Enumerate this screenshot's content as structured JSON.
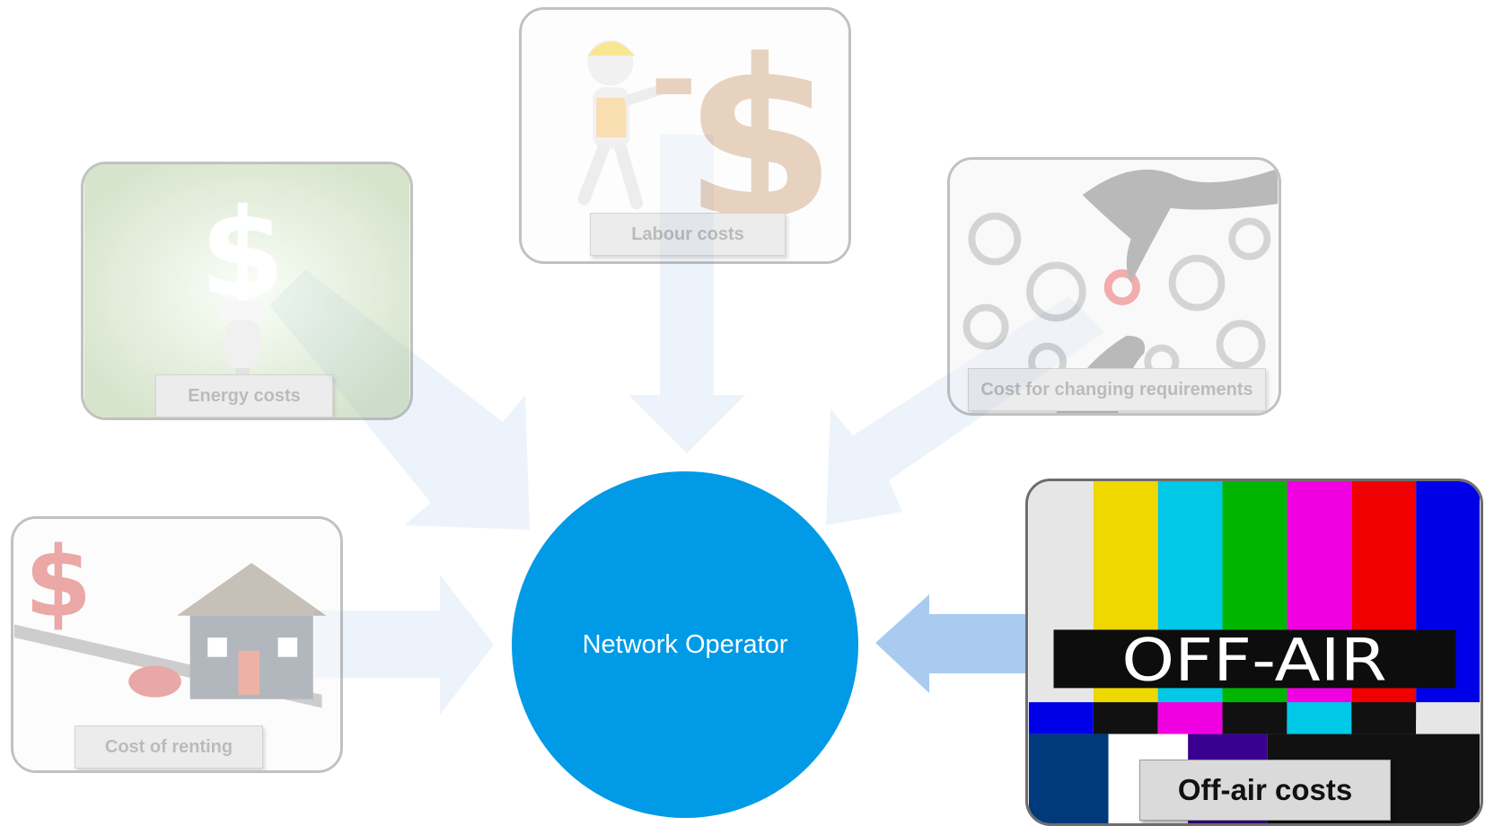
{
  "diagram": {
    "center": {
      "label": "Network Operator",
      "color": "#009ae6"
    },
    "cost_factors": [
      {
        "id": "labour",
        "label": "Labour costs",
        "icon": "worker-dollar-image",
        "highlighted": false
      },
      {
        "id": "energy",
        "label": "Energy costs",
        "icon": "dollar-bulb-image",
        "highlighted": false
      },
      {
        "id": "requirements",
        "label": "Cost for changing requirements",
        "icon": "gears-hand-image",
        "highlighted": false
      },
      {
        "id": "renting",
        "label": "Cost of renting",
        "icon": "house-seesaw-image",
        "highlighted": false
      },
      {
        "id": "offair",
        "label": "Off-air costs",
        "icon": "tv-test-pattern-image",
        "highlighted": true
      }
    ],
    "offair_screen_text": "OFF-AIR",
    "colors": {
      "faded_arrow": "#e9f1fb",
      "highlight_arrow": "#a9cbf0",
      "card_border": "#6d6d6d"
    }
  }
}
